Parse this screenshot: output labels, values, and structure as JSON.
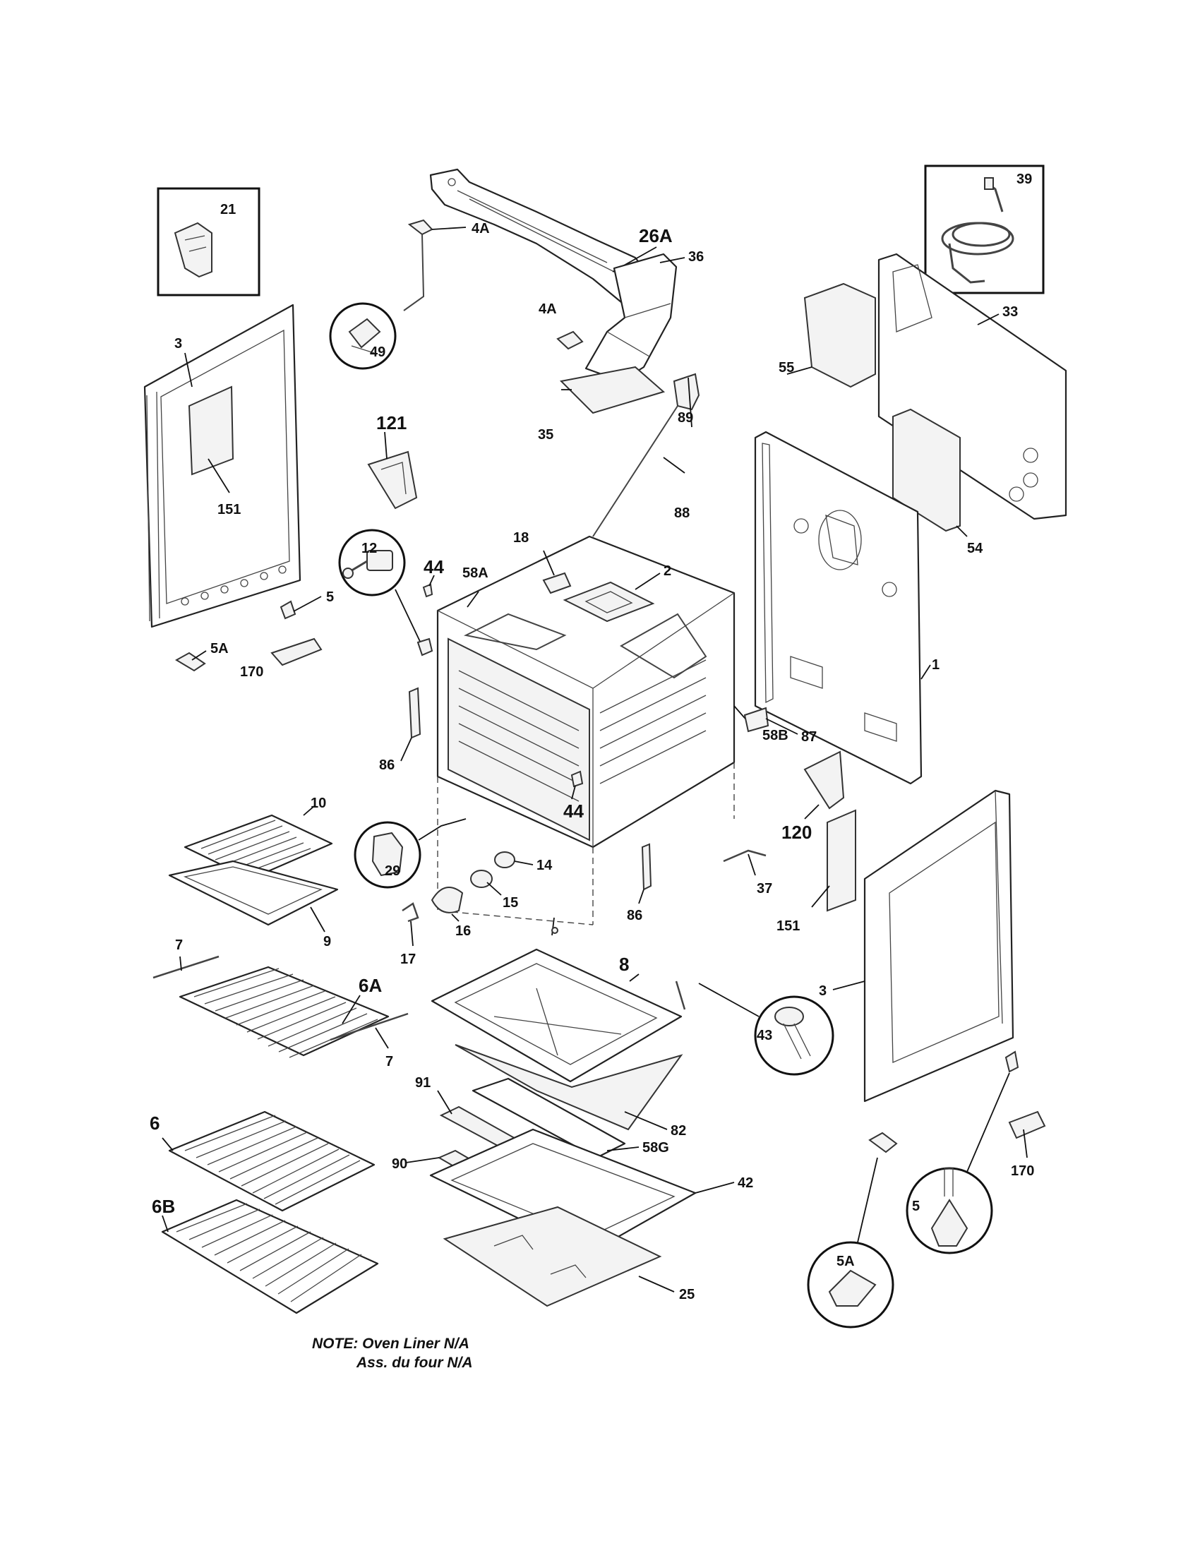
{
  "diagram": {
    "callouts": {
      "p21": "21",
      "p39": "39",
      "p26A": "26A",
      "p4A_top": "4A",
      "p4A_mid": "4A",
      "p49": "49",
      "p3_left": "3",
      "p151_left": "151",
      "p5_left": "5",
      "p5A_left": "5A",
      "p170_left": "170",
      "p121": "121",
      "p36": "36",
      "p35": "35",
      "p89": "89",
      "p88": "88",
      "p55": "55",
      "p33": "33",
      "p54": "54",
      "p12": "12",
      "p44_top": "44",
      "p58A": "58A",
      "p18": "18",
      "p2": "2",
      "p1": "1",
      "p87": "87",
      "p86_left": "86",
      "p58B": "58B",
      "p44_mid": "44",
      "p120": "120",
      "p10": "10",
      "p9": "9",
      "p29": "29",
      "p14": "14",
      "p15": "15",
      "p16": "16",
      "p17": "17",
      "p86_right": "86",
      "p37": "37",
      "p151_right": "151",
      "p3_right": "3",
      "p7_top": "7",
      "p6A": "6A",
      "p7_bottom": "7",
      "p8": "8",
      "p43": "43",
      "p82": "82",
      "p91": "91",
      "p6": "6",
      "p58G": "58G",
      "p90": "90",
      "p42": "42",
      "p6B": "6B",
      "p25": "25",
      "p5_right": "5",
      "p5A_right": "5A",
      "p170_right": "170"
    },
    "note_line1": "NOTE: Oven Liner N/A",
    "note_line2": "Ass. du four N/A"
  }
}
